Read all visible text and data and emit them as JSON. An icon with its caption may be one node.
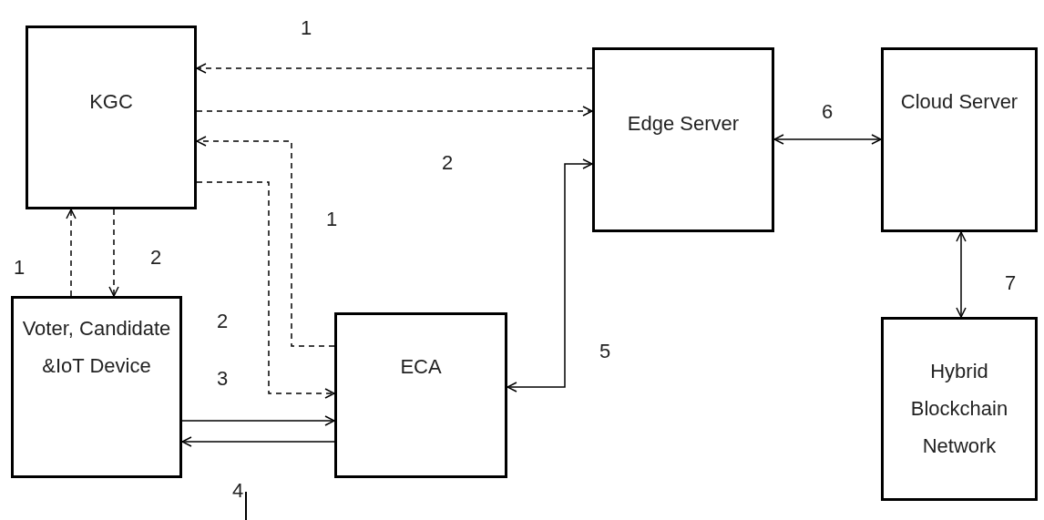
{
  "diagram": {
    "nodes": [
      {
        "text": [
          "KGC"
        ]
      },
      {
        "text": [
          "Edge Server"
        ]
      },
      {
        "text": [
          "Cloud Server"
        ]
      },
      {
        "text": [
          "Voter, Candidate &IoT Device"
        ]
      },
      {
        "text": [
          "ECA"
        ]
      },
      {
        "text": [
          "Hybrid Blockchain Network"
        ]
      }
    ],
    "edges": [
      {
        "from": 1,
        "to": 0,
        "arrow": "to",
        "style": "dashed",
        "label": "1"
      },
      {
        "from": 0,
        "to": 1,
        "arrow": "to",
        "style": "dashed",
        "label": "2"
      },
      {
        "from": 4,
        "to": 0,
        "arrow": "to",
        "style": "dashed",
        "label": "1"
      },
      {
        "from": 0,
        "to": 4,
        "arrow": "to",
        "style": "dashed",
        "label": "2"
      },
      {
        "from": 3,
        "to": 0,
        "arrow": "to",
        "style": "dashed",
        "label": "1"
      },
      {
        "from": 0,
        "to": 3,
        "arrow": "to",
        "style": "dashed",
        "label": "2"
      },
      {
        "from": 3,
        "to": 4,
        "arrow": "to",
        "label": "3"
      },
      {
        "from": 4,
        "to": 3,
        "arrow": "to",
        "label": "4"
      },
      {
        "from": 4,
        "to": 1,
        "arrow": "both",
        "label": "5"
      },
      {
        "from": 1,
        "to": 2,
        "arrow": "both",
        "label": "6"
      },
      {
        "from": 2,
        "to": 5,
        "arrow": "both",
        "label": "7"
      }
    ]
  }
}
